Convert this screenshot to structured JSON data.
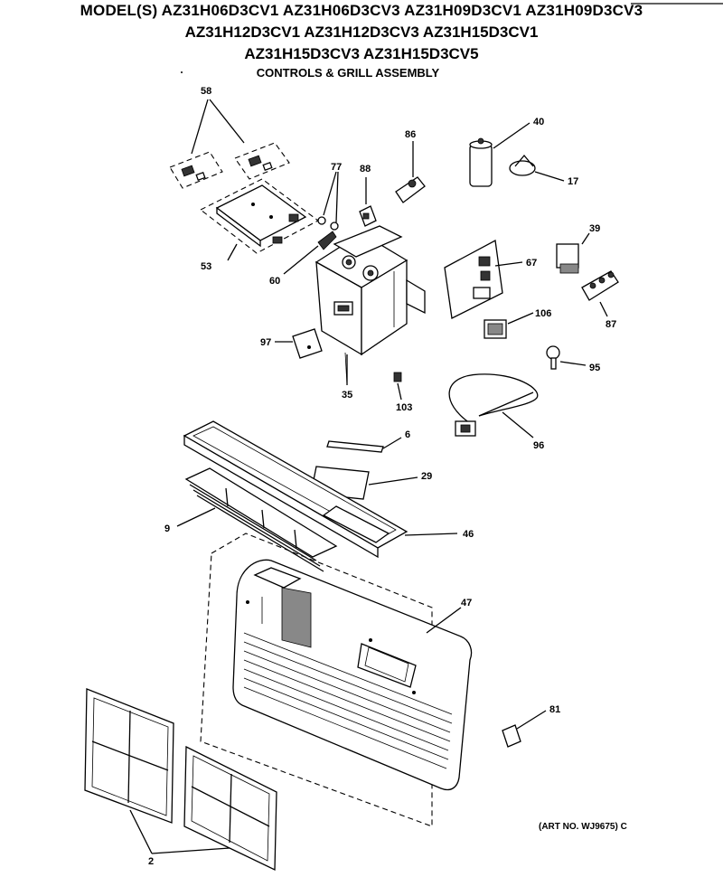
{
  "header": {
    "line1": "MODEL(S) AZ31H06D3CV1  AZ31H06D3CV3  AZ31H09D3CV1  AZ31H09D3CV3",
    "line2": "AZ31H12D3CV1  AZ31H12D3CV3  AZ31H15D3CV1",
    "line3": "AZ31H15D3CV3  AZ31H15D3CV5",
    "subtitle": "CONTROLS & GRILL ASSEMBLY"
  },
  "art_number": "(ART NO. WJ9675) C",
  "parts": {
    "p58": "58",
    "p53": "53",
    "p77": "77",
    "p88": "88",
    "p86": "86",
    "p60": "60",
    "p40": "40",
    "p17": "17",
    "p39": "39",
    "p67": "67",
    "p87": "87",
    "p106": "106",
    "p95": "95",
    "p97": "97",
    "p35": "35",
    "p103": "103",
    "p96": "96",
    "p6": "6",
    "p29": "29",
    "p9": "9",
    "p46": "46",
    "p47": "47",
    "p81": "81",
    "p2": "2"
  }
}
